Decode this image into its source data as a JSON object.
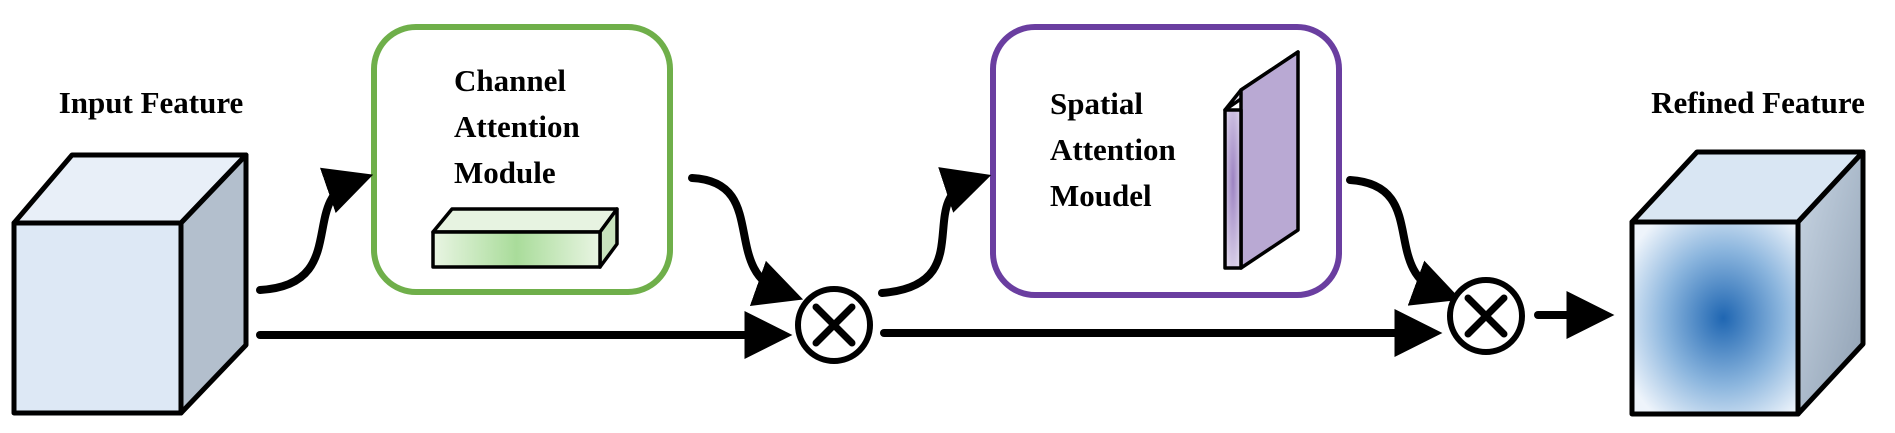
{
  "input_feature": {
    "title": "Input Feature"
  },
  "channel_module": {
    "lines": [
      "Channel",
      "Attention",
      "Module"
    ]
  },
  "spatial_module": {
    "lines": [
      "Spatial",
      "Attention",
      "Moudel"
    ]
  },
  "refined_feature": {
    "title": "Refined Feature"
  },
  "operators": {
    "multiply_symbol": "⊗"
  },
  "colors": {
    "channel_border": "#6faf4a",
    "spatial_border": "#6a3ea0",
    "input_cube_front": "#dde8f5",
    "input_cube_side": "#b0bccb",
    "refined_cube_center": "#2a6fb8",
    "stroke": "#000000"
  }
}
